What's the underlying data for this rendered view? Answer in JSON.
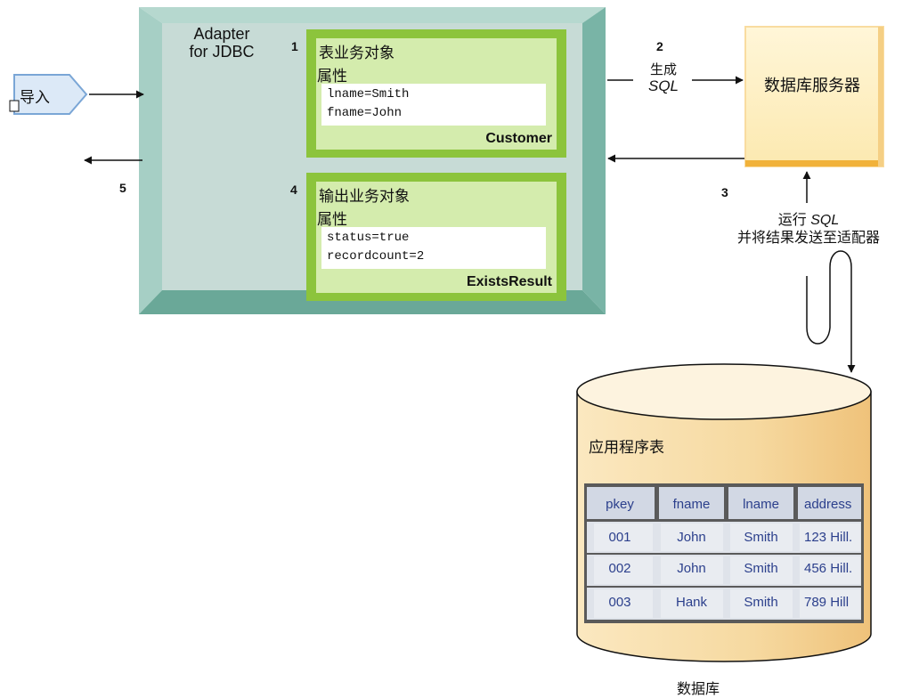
{
  "adapter": {
    "title_line1": "Adapter",
    "title_line2": "for JDBC"
  },
  "import_label": "导入",
  "steps": {
    "s1": "1",
    "s2": "2",
    "s3": "3",
    "s4": "4",
    "s5": "5"
  },
  "input_bo": {
    "title": "表业务对象",
    "attr_label": "属性",
    "props": [
      "lname=Smith",
      "fname=John"
    ],
    "name": "Customer"
  },
  "output_bo": {
    "title": "输出业务对象",
    "attr_label": "属性",
    "props": [
      "status=true",
      "recordcount=2"
    ],
    "name": "ExistsResult"
  },
  "generate_sql": {
    "line1": "生成",
    "line2": "SQL"
  },
  "server": {
    "label": "数据库服务器"
  },
  "run_sql": {
    "line1_prefix": "运行",
    "line1_sql": "SQL",
    "line2": "并将结果发送至适配器"
  },
  "database": {
    "table_label": "应用程序表",
    "caption": "数据库",
    "columns": [
      "pkey",
      "fname",
      "lname",
      "address"
    ],
    "rows": [
      [
        "001",
        "John",
        "Smith",
        "123 Hill."
      ],
      [
        "002",
        "John",
        "Smith",
        "456 Hill."
      ],
      [
        "003",
        "Hank",
        "Smith",
        "789 Hill"
      ]
    ]
  },
  "colors": {
    "adapter_frame": "#8fc0b4",
    "adapter_inner": "#c7dbd6",
    "bo_border": "#8cc43c",
    "bo_fill": "#d4ecad",
    "server_fill": "#fdf0c2",
    "server_border": "#f1b23a",
    "cylinder_fill": "#f7dca4",
    "table_text": "#2b3f8c",
    "import_fill": "#dce9f7",
    "import_border": "#7aa6d6"
  }
}
